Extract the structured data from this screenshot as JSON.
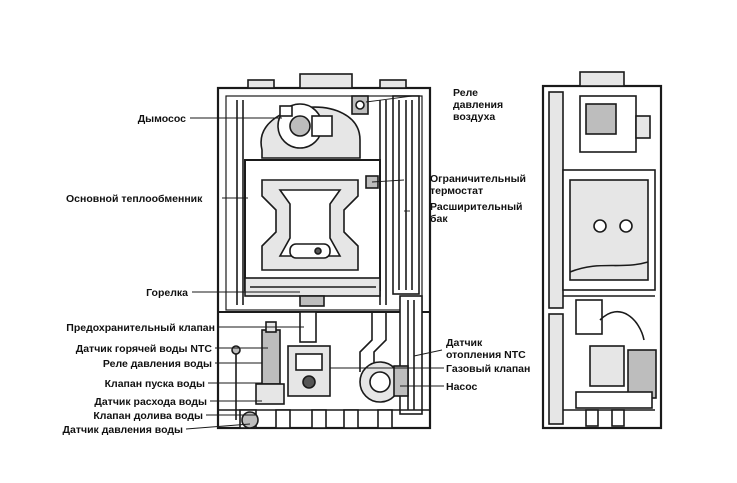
{
  "diagram": {
    "labels": {
      "smoke_exhauster": "Дымосос",
      "air_pressure_relay": [
        "Реле",
        "давления",
        "воздуха"
      ],
      "main_heat_exchanger": "Основной теплообменник",
      "limit_thermostat": [
        "Ограничительный",
        "термостат"
      ],
      "expansion_tank": [
        "Расширительный",
        "бак"
      ],
      "burner": "Горелка",
      "safety_valve": "Предохранительный клапан",
      "dhw_ntc_sensor": "Датчик горячей воды NTC",
      "water_pressure_relay": "Реле давления воды",
      "water_start_valve": "Клапан пуска воды",
      "water_flow_sensor": "Датчик расхода воды",
      "water_fill_valve": "Клапан долива воды",
      "water_pressure_sensor": "Датчик давления воды",
      "heating_ntc_sensor": [
        "Датчик",
        "отопления NTC"
      ],
      "gas_valve": "Газовый клапан",
      "pump": "Насос"
    },
    "colors": {
      "line": "#1a1a1a",
      "fill_light": "#e6e6e6",
      "fill_mid": "#bdbdbd",
      "fill_dark": "#555555"
    }
  }
}
